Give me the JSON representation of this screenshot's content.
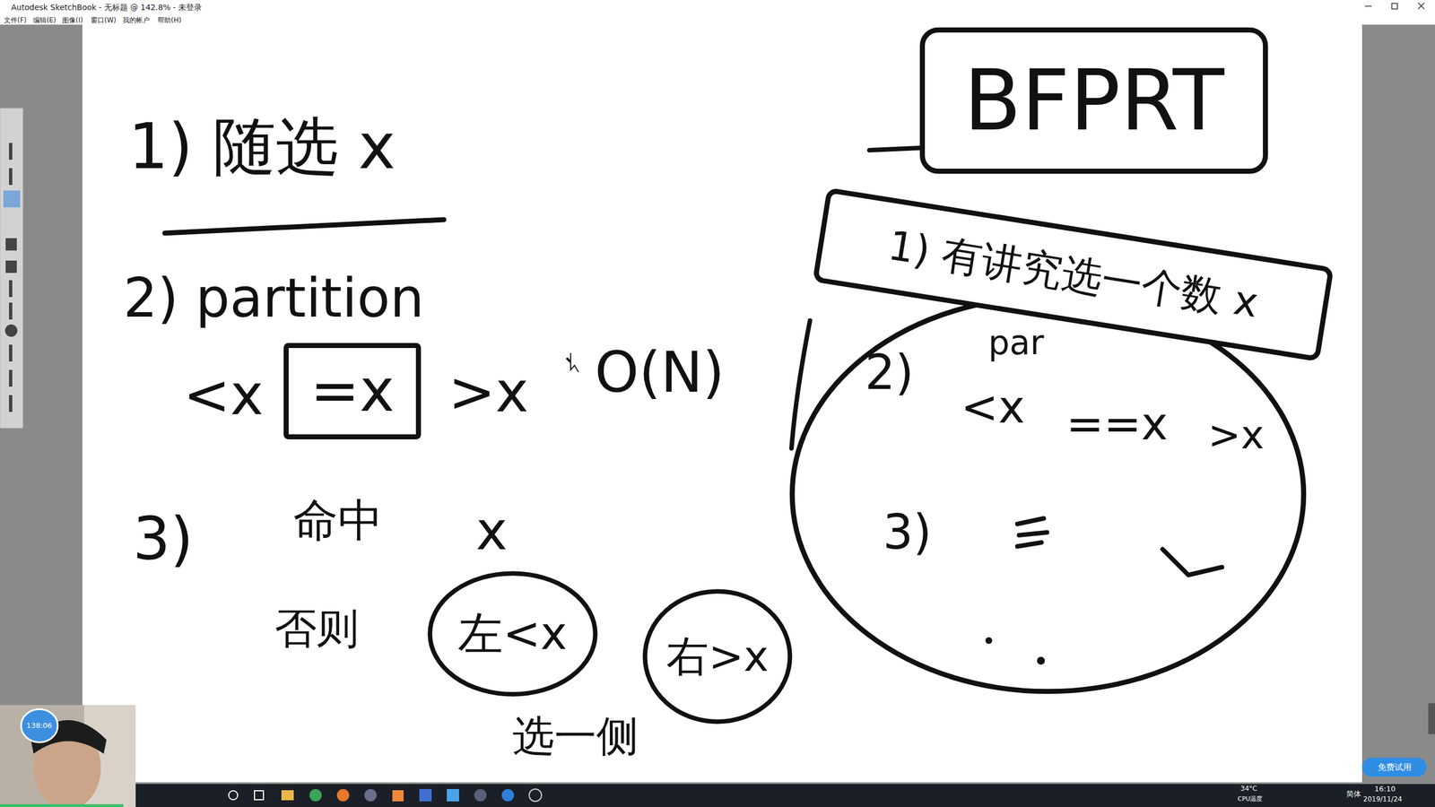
{
  "diagram": {
    "nodes": [
      {
        "text": [
          "=x"
        ]
      },
      {
        "text": [
          "左<x"
        ]
      },
      {
        "text": [
          "右>x"
        ]
      },
      {
        "text": [
          "BFPRT"
        ]
      },
      {
        "text": [
          "1) 有讲究选一个数 x"
        ]
      },
      {
        "text": [
          "2)",
          "par",
          "<x",
          "==x",
          ">x",
          "3)"
        ]
      },
      {
        "text": [
          "138:06"
        ]
      },
      {
        "text": [
          "免费试用"
        ]
      }
    ],
    "labels": [
      "Autodesk SketchBook - 无标题 @ 142.8% - 未登录",
      "文件(F)",
      "编辑(E)",
      "图像(I)",
      "窗口(W)",
      "我的帐户",
      "帮助(H)",
      "1) 随选 x",
      "2) partition",
      "<x",
      ">x",
      "O(N)",
      "3)",
      "命中",
      "x",
      "否则",
      "选一侧",
      "34°C",
      "CPU温度",
      "简体",
      "16:10",
      "2019/11/24"
    ]
  }
}
